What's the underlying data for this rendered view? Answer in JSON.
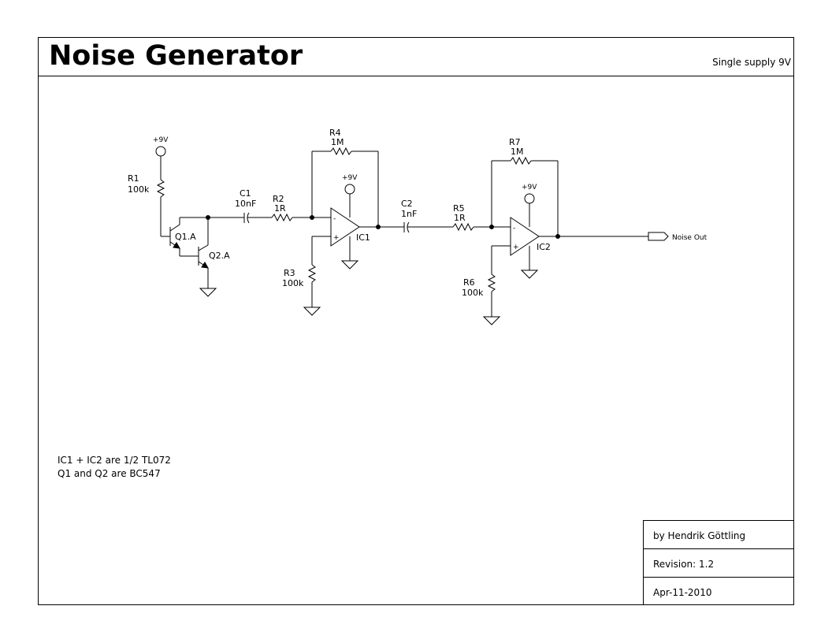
{
  "header": {
    "title": "Noise Generator",
    "subtitle": "Single supply 9V"
  },
  "components": {
    "R1": {
      "ref": "R1",
      "value": "100k"
    },
    "R2": {
      "ref": "R2",
      "value": "1R"
    },
    "R3": {
      "ref": "R3",
      "value": "100k"
    },
    "R4": {
      "ref": "R4",
      "value": "1M"
    },
    "R5": {
      "ref": "R5",
      "value": "1R"
    },
    "R6": {
      "ref": "R6",
      "value": "100k"
    },
    "R7": {
      "ref": "R7",
      "value": "1M"
    },
    "C1": {
      "ref": "C1",
      "value": "10nF"
    },
    "C2": {
      "ref": "C2",
      "value": "1nF"
    },
    "Q1": {
      "ref": "Q1.A"
    },
    "Q2": {
      "ref": "Q2.A"
    },
    "IC1": {
      "ref": "IC1",
      "minus": "-",
      "plus": "+"
    },
    "IC2": {
      "ref": "IC2",
      "minus": "-",
      "plus": "+"
    }
  },
  "supply_label": "+9V",
  "output_label": "Noise Out",
  "notes": [
    "IC1 + IC2 are 1/2 TL072",
    "Q1 and Q2 are BC547"
  ],
  "title_block": {
    "author": "by Hendrik Göttling",
    "revision": "Revision: 1.2",
    "date": "Apr-11-2010"
  }
}
